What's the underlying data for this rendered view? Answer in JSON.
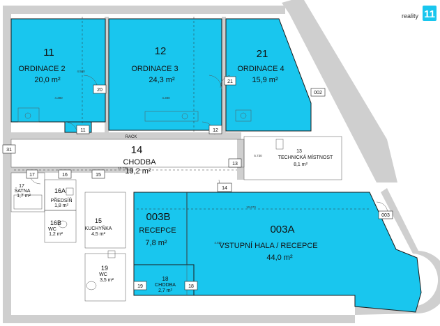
{
  "brand": {
    "name": "reality",
    "mark": "11"
  },
  "colors": {
    "room_fill": "#19c6ee",
    "wall": "#cfcfcf",
    "line": "#1a1a1a"
  },
  "rooms": [
    {
      "id": "r11",
      "num": "11",
      "name": "ORDINACE 2",
      "area": "20,0 m²"
    },
    {
      "id": "r12",
      "num": "12",
      "name": "ORDINACE 3",
      "area": "24,3 m²"
    },
    {
      "id": "r21",
      "num": "21",
      "name": "ORDINACE 4",
      "area": "15,9 m²"
    },
    {
      "id": "r14",
      "num": "14",
      "name": "CHODBA",
      "area": "19,2 m²"
    },
    {
      "id": "r13",
      "num": "13",
      "name": "TECHNICKÁ MÍSTNOST",
      "area": "8,1 m²"
    },
    {
      "id": "r17",
      "num": "17",
      "name": "ŠATNA",
      "area": "1,7 m²"
    },
    {
      "id": "r16a",
      "num": "16A",
      "name": "PŘEDSÍŇ",
      "area": "1,8 m²"
    },
    {
      "id": "r16b",
      "num": "16B",
      "name": "WC",
      "area": "1,2 m²"
    },
    {
      "id": "r15",
      "num": "15",
      "name": "KUCHYŇKA",
      "area": "4,5 m²"
    },
    {
      "id": "r19",
      "num": "19",
      "name": "WC",
      "area": "3,5 m²"
    },
    {
      "id": "r003b",
      "num": "003B",
      "name": "RECEPCE",
      "area": "7,8 m²"
    },
    {
      "id": "r003a",
      "num": "003A",
      "name": "VSTUPNÍ HALA / RECEPCE",
      "area": "44,0 m²"
    },
    {
      "id": "r18",
      "num": "18",
      "name": "CHODBA",
      "area": "2,7 m²"
    }
  ],
  "door_tags": [
    "20",
    "11",
    "21",
    "12",
    "31",
    "17",
    "16",
    "15",
    "13",
    "14",
    "19",
    "18",
    "002",
    "003"
  ],
  "annotations": {
    "rack": "RACK",
    "dims": [
      "4.380",
      "4.380",
      "4.580",
      "10.770",
      "10.670",
      "5.730",
      "4.830"
    ]
  }
}
